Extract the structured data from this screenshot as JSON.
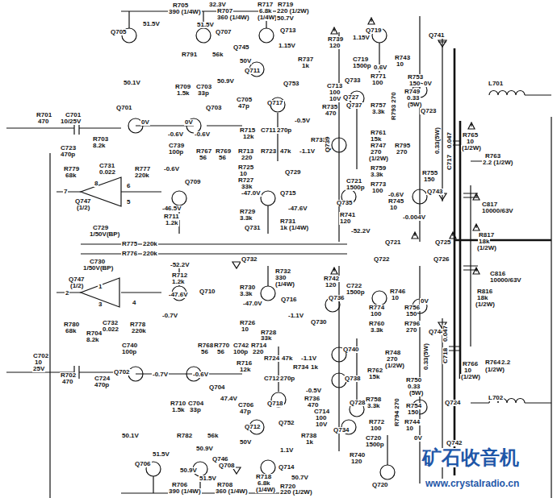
{
  "diagram": {
    "labels": [
      "R705",
      "390 (1/4W)",
      "32.3V",
      "R717",
      "R719",
      "6.8k",
      "220 (1/2W)",
      "(1/4W)",
      "R707",
      "360 (1/4W)",
      "51.5V",
      "51.5V",
      "50.7V",
      "Q705",
      "Q707",
      "Q713",
      "R791",
      "56k",
      "Q745",
      "50V",
      "Q711",
      "1.15V",
      "R739",
      "120",
      "1.15V",
      "Q719",
      "R737",
      "1k",
      "Q753",
      "C719",
      "1500p",
      "R743",
      "10",
      "0.6V",
      "R771",
      "100",
      "R753",
      "150",
      "0V",
      "R749",
      "0.33",
      "(5W)",
      "Q723",
      "R793 270",
      "0.33(5W)",
      "C717",
      "0.047",
      "Q741",
      "R765",
      "10",
      "(1/2W)",
      "L701",
      "R763",
      "2.2 (1/2W)",
      "R701",
      "470",
      "C701",
      "10/25V",
      "C723",
      "470p",
      "R703",
      "8.2k",
      "Q701",
      "0V",
      "-0.6V",
      "Q703",
      "0V",
      "-0.6V",
      "50.1V",
      "R709",
      "1.5k",
      "C703",
      "33p",
      "50.9V",
      "C705",
      "47p",
      "Q717",
      "R715",
      "12k",
      "C711",
      "270p",
      "R713",
      "220",
      "R723",
      "47k",
      "-1.1V",
      "-0.5V",
      "R733",
      "C713",
      "100",
      "10V",
      "R735",
      "470",
      "C739",
      "100p",
      "R767",
      "56",
      "R769",
      "56",
      "R779",
      "68k",
      "C731",
      "0.022",
      "R777",
      "220k",
      "-0.6V",
      "R725",
      "10",
      "Q709",
      "R727",
      "33k",
      "Q729",
      "-47.0V",
      "Q715",
      "-46.5V",
      "R711",
      "1.2k",
      "R729",
      "3.3k",
      "-47.6V",
      "Q731",
      "R731",
      "1k (1/4W)",
      "Q747",
      "(1/2)",
      "7",
      "8",
      "6",
      "5",
      "C729",
      "1/50V(BP)",
      "R775",
      "220k",
      "R776",
      "220k",
      "Q733",
      "R757",
      "3.3k",
      "Q727",
      "Q737",
      "R761",
      "15k",
      "R747",
      "270",
      "(1/2W)",
      "R795",
      "270",
      "Q739",
      "R759",
      "3.3k",
      "R755",
      "150",
      "C721",
      "1500p",
      "R773",
      "100",
      "-0.6V",
      "R745",
      "10",
      "-0.004V",
      "Q735",
      "R741",
      "120",
      "-52.2V",
      "Q721",
      "Q725",
      "C817",
      "10000/63V",
      "R817",
      "18k",
      "(1/2W)",
      "Q743",
      "C730",
      "1/50V(BP)",
      "-52.2V",
      "Q722",
      "Q726",
      "C816",
      "10000/63V",
      "R816",
      "18k",
      "(1/2W)",
      "Q747",
      "(1/2)",
      "2",
      "1",
      "3",
      "4",
      "R712",
      "1.2k",
      "Q710",
      "-47.6V",
      "-0.7V",
      "Q732",
      "R730",
      "3.3k",
      "R732",
      "330",
      "(1/4W)",
      "-47.0V",
      "Q716",
      "-1.1V",
      "Q730",
      "R780",
      "68k",
      "R704",
      "8.2k",
      "C732",
      "0.022",
      "R778",
      "220k",
      "R726",
      "10",
      "R728",
      "33k",
      "C740",
      "100p",
      "R768",
      "56",
      "R770",
      "56",
      "C742",
      "100p",
      "R714",
      "220",
      "R716",
      "12k",
      "R724",
      "47k",
      "-1.1V",
      "C712",
      "270p",
      "R734",
      "1k",
      "C702",
      "10",
      "25V",
      "R702",
      "470",
      "C724",
      "470p",
      "Q702",
      "-0.7V",
      "-0.6V",
      "Q704",
      "R710",
      "1.5k",
      "C704",
      "33p",
      "47.4V",
      "C706",
      "47p",
      "Q718",
      "-0.5V",
      "R736",
      "470",
      "C714",
      "100",
      "10V",
      "Q752",
      "R738",
      "1k",
      "R782",
      "56k",
      "50.1V",
      "50.9V",
      "Q712",
      "50V",
      "1.1V",
      "Q746",
      "Q706",
      "Q708",
      "50.9V",
      "51.5V",
      "51.5V",
      "Q714",
      "R718",
      "6.8k",
      "(1/4W)",
      "R720",
      "220 (1/2W)",
      "50.7V",
      "R706",
      "390 (1/4W)",
      "R708",
      "360 (1/4W)",
      "R742",
      "120",
      "C722",
      "1500p",
      "Q736",
      "R746",
      "10",
      "R774",
      "100",
      "R756",
      "150",
      "0V",
      "R760",
      "3.3k",
      "R796",
      "270",
      "Q744",
      "Q740",
      "R748",
      "270",
      "(1/2W)",
      "R762",
      "15k",
      "C718",
      "0.047",
      "0.33(5W)",
      "R766",
      "10",
      "(1/2W)",
      "R764",
      "2.2",
      "(1/2W)",
      "L702",
      "Q738",
      "R750",
      "0.33",
      "(5W)",
      "Q728",
      "R758",
      "3.3k",
      "R794 270",
      "R772",
      "100",
      "R754",
      "150",
      "C720",
      "1500p",
      "0V",
      "R744",
      "10",
      "Q734",
      "R740",
      "120",
      "Q720",
      "Q724",
      "Q742",
      "矿石收音机",
      "www.crystalradio.cn"
    ]
  }
}
